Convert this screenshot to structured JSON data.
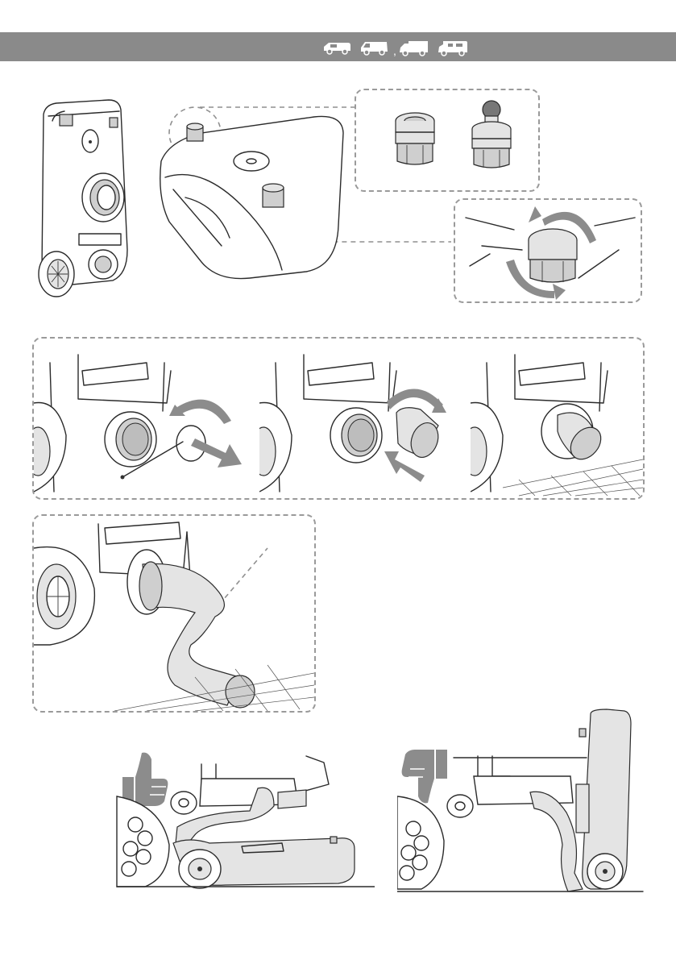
{
  "header": {
    "band_color": "#8a8a8a",
    "vehicle_icons": [
      "campervan-icon",
      "van-icon",
      "panel-van-icon",
      "motorhome-icon"
    ],
    "separator": ","
  },
  "colors": {
    "arrow": "#8c8c8c",
    "thumb": "#8c8c8c",
    "dashed_border": "#9a9a9a"
  },
  "figures": [
    "tank-front-view",
    "tank-top-caps",
    "cap-variants",
    "cap-rotation",
    "outlet-cap-removal",
    "outlet-elbow-fitting",
    "outlet-elbow-fitted",
    "hose-connected",
    "correct-tank-position",
    "incorrect-tank-position"
  ]
}
